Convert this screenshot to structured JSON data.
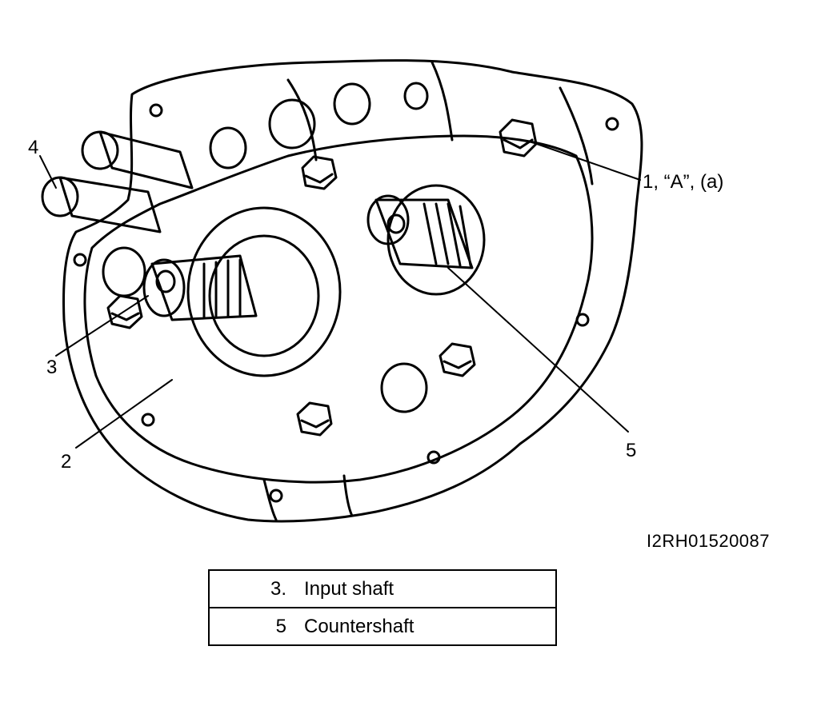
{
  "callouts": {
    "c1": "1, “A”, (a)",
    "c2": "2",
    "c3": "3",
    "c4": "4",
    "c5": "5"
  },
  "figure_code": "I2RH01520087",
  "legend": [
    {
      "num": "3.",
      "label": "Input shaft"
    },
    {
      "num": "5",
      "label": "Countershaft"
    }
  ],
  "colors": {
    "line": "#000000",
    "background": "#ffffff"
  }
}
